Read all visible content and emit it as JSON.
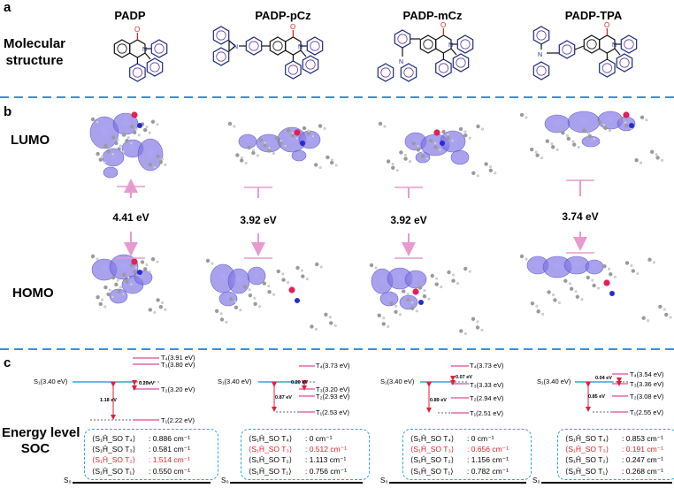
{
  "panels": {
    "a": "a",
    "b": "b",
    "c": "c"
  },
  "molecules": [
    "PADP",
    "PADP-pCz",
    "PADP-mCz",
    "PADP-TPA"
  ],
  "row_labels": {
    "structure_1": "Molecular",
    "structure_2": "structure",
    "lumo": "LUMO",
    "homo": "HOMO",
    "energy_1": "Energy level",
    "energy_2": "SOC",
    "s0": "S₀"
  },
  "gaps": [
    "4.41 eV",
    "3.92 eV",
    "3.92 eV",
    "3.74 eV"
  ],
  "energy": [
    {
      "s1": "S₁(3.40 eV)",
      "triplets": [
        "T₄(3.91 eV)",
        "T₃(3.80 eV)",
        "T₂(3.20 eV)",
        "T₁(2.22 eV)"
      ],
      "st_gap": "0.20eV",
      "t1_gap": "1.18 eV"
    },
    {
      "s1": "S₁(3.40 eV)",
      "triplets": [
        "T₄(3.73 eV)",
        "T₃(3.20 eV)",
        "T₂(2.93 eV)",
        "T₁(2.53 eV)"
      ],
      "st_gap": "0.20 eV",
      "t1_gap": "0.87 eV"
    },
    {
      "s1": "S₁(3.40 eV)",
      "triplets": [
        "T₄(3.73 eV)",
        "T₃(3.33 eV)",
        "T₂(2.94 eV)",
        "T₁(2.51 eV)"
      ],
      "st_gap": "0.07 eV",
      "t1_gap": "0.89 eV"
    },
    {
      "s1": "S₁(3.40 eV)",
      "triplets": [
        "T₄(3.54 eV)",
        "T₃(3.36 eV)",
        "T₂(3.08 eV)",
        "T₁(2.55 eV)"
      ],
      "st_gap": "0.04 eV",
      "t1_gap": "0.85 eV"
    }
  ],
  "soc": [
    {
      "rows": [
        {
          "term": "⟨S₁Ĥ_SO T₄⟩",
          "value": ": 0.886 cm⁻¹",
          "highlight": false
        },
        {
          "term": "⟨S₁Ĥ_SO T₃⟩",
          "value": ": 0.581 cm⁻¹",
          "highlight": false
        },
        {
          "term": "⟨S₁Ĥ_SO T₂⟩",
          "value": ": 1.514 cm⁻¹",
          "highlight": true
        },
        {
          "term": "⟨S₁Ĥ_SO T₁⟩",
          "value": ": 0.550 cm⁻¹",
          "highlight": false
        }
      ]
    },
    {
      "rows": [
        {
          "term": "⟨S₁Ĥ_SO T₄⟩",
          "value": ": 0 cm⁻¹",
          "highlight": false
        },
        {
          "term": "⟨S₁Ĥ_SO T₃⟩",
          "value": ": 0.512 cm⁻¹",
          "highlight": true
        },
        {
          "term": "⟨S₁Ĥ_SO T₂⟩",
          "value": ": 1.113 cm⁻¹",
          "highlight": false
        },
        {
          "term": "⟨S₁Ĥ_SO T₁⟩",
          "value": ": 0.756 cm⁻¹",
          "highlight": false
        }
      ]
    },
    {
      "rows": [
        {
          "term": "⟨S₁Ĥ_SO T₄⟩",
          "value": ": 0 cm⁻¹",
          "highlight": false
        },
        {
          "term": "⟨S₁Ĥ_SO T₃⟩",
          "value": ": 0.656 cm⁻¹",
          "highlight": true
        },
        {
          "term": "⟨S₁Ĥ_SO T₂⟩",
          "value": ": 1.156 cm⁻¹",
          "highlight": false
        },
        {
          "term": "⟨S₁Ĥ_SO T₁⟩",
          "value": ": 0.782 cm⁻¹",
          "highlight": false
        }
      ]
    },
    {
      "rows": [
        {
          "term": "⟨S₁Ĥ_SO T₄⟩",
          "value": ": 0.853 cm⁻¹",
          "highlight": false
        },
        {
          "term": "⟨S₁Ĥ_SO T₃⟩",
          "value": ": 0.191 cm⁻¹",
          "highlight": true
        },
        {
          "term": "⟨S₁Ĥ_SO T₂⟩",
          "value": ": 0.247 cm⁻¹",
          "highlight": false
        },
        {
          "term": "⟨S₁Ĥ_SO T₁⟩",
          "value": ": 0.268 cm⁻¹",
          "highlight": false
        }
      ]
    }
  ],
  "colors": {
    "separator": "#3a8fd8",
    "level": "#e0489a",
    "gap_arrow": "#e0203a",
    "soc_border": "#2aa7d8",
    "highlight": "#e0202a",
    "orbital": "#7b6fe0",
    "s1_line": "#2aa7d8"
  }
}
